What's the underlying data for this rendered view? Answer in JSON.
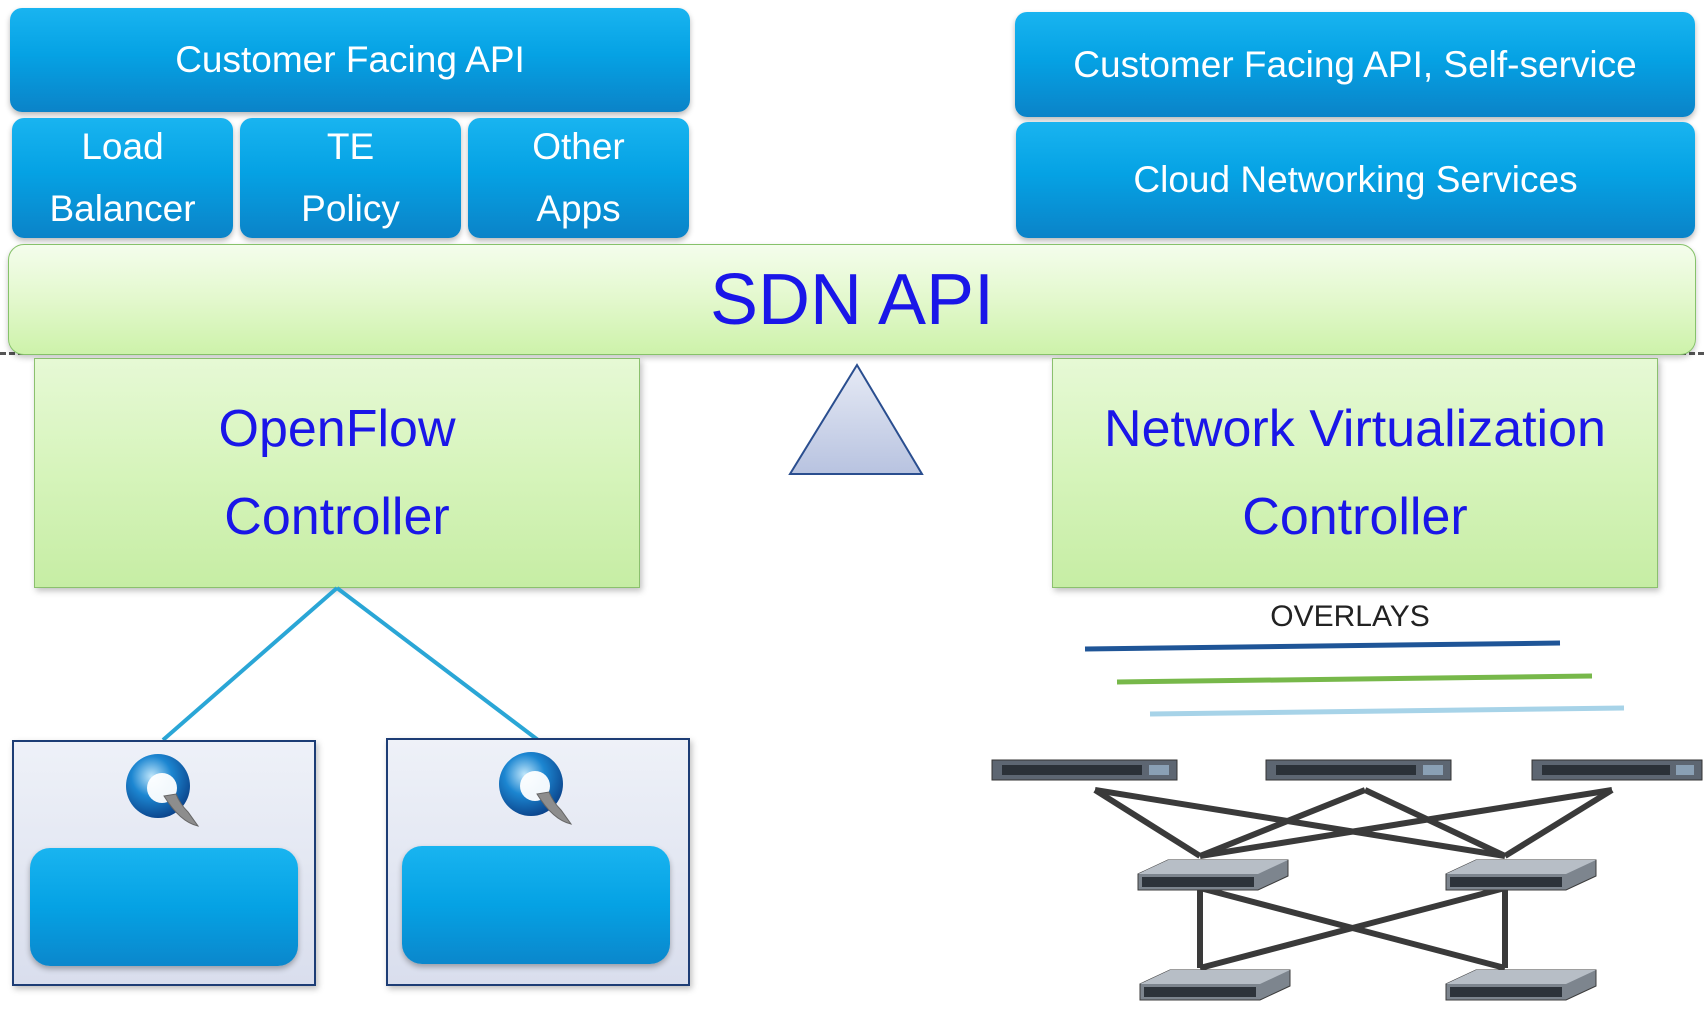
{
  "top_left": {
    "customer_api": "Customer Facing API",
    "apps": [
      {
        "line1": "Load",
        "line2": "Balancer"
      },
      {
        "line1": "TE",
        "line2": "Policy"
      },
      {
        "line1": "Other",
        "line2": "Apps"
      }
    ]
  },
  "top_right": {
    "customer_api": "Customer Facing API, Self-service",
    "cloud_services": "Cloud Networking Services"
  },
  "sdn_layer": {
    "label": "SDN API"
  },
  "openflow_controller": {
    "line1": "OpenFlow",
    "line2": "Controller"
  },
  "nv_controller": {
    "line1": "Network Virtualization",
    "line2": "Controller"
  },
  "overlays": {
    "label": "OVERLAYS",
    "line_colors": [
      "#1f5597",
      "#77b84a",
      "#a7d3e8"
    ]
  },
  "colors": {
    "app_blue": "#05a2e4",
    "sdn_text": "#1a16e8",
    "link_line": "#2aa6d6"
  },
  "icons": [
    "openflow-switch-icon",
    "access-switch-icon",
    "core-switch-icon"
  ]
}
